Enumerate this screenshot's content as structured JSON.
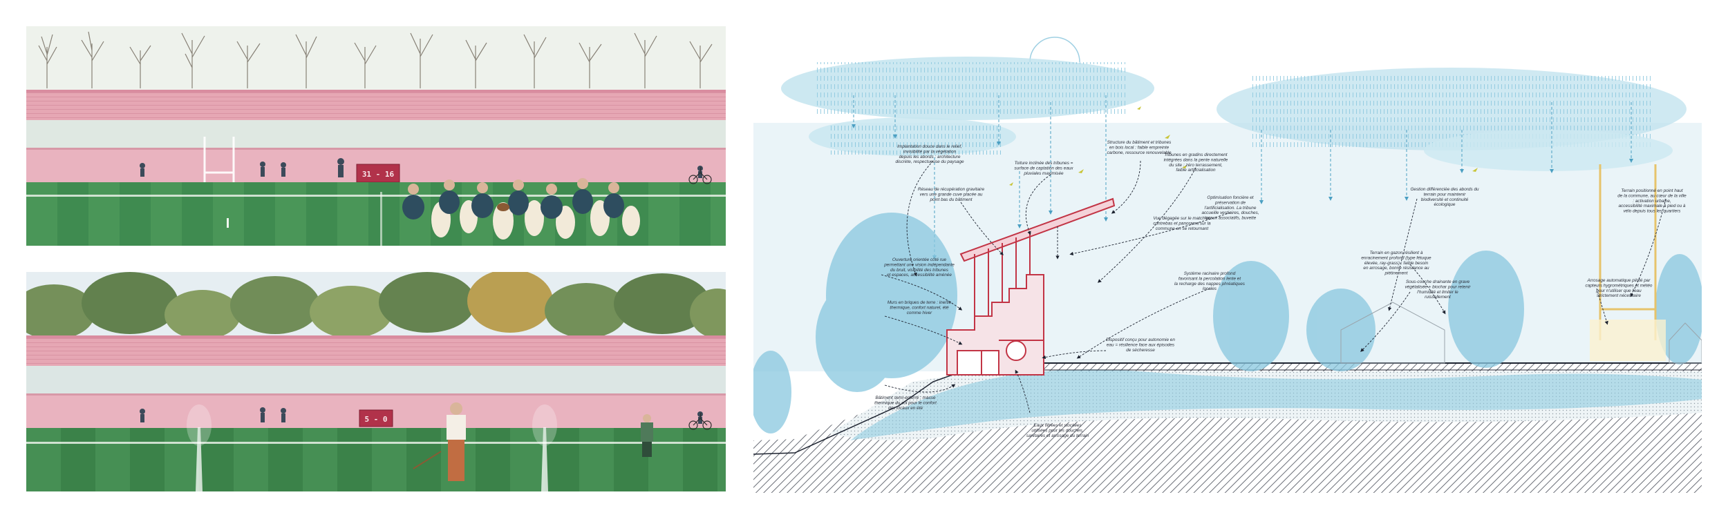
{
  "panels": {
    "summer": {
      "score": "31 - 16"
    },
    "winter": {
      "score": "5 - 0"
    }
  },
  "colors": {
    "stand_pink": "#e6a7b4",
    "pitch_green": "#3e8a4f",
    "sky": "#e9f0ec",
    "scoreboard": "#b1324a",
    "rain_blue": "#7fc4de",
    "structure_red": "#c23445"
  },
  "annotations": [
    {
      "text": "Implantation douce dans le relief, invisibilité par la végétation depuis les abords : architecture discrète, respectueuse du paysage"
    },
    {
      "text": "Toiture inclinée des tribunes = surface de captation des eaux pluviales maximisée"
    },
    {
      "text": "Structure du bâtiment et tribunes en bois local : faible empreinte carbone, ressource renouvelable"
    },
    {
      "text": "Tribunes en gradins directement intégrées dans la pente naturelle du site : zéro terrassement, faible artificialisation"
    },
    {
      "text": "Réseau de récupération gravitaire vers une grande cuve placée au point bas du bâtiment"
    },
    {
      "text": "Optimisation foncière et préservation de l'artificialisation. La tribune accueille vestiaires, douches, locaux associatifs, buvette"
    },
    {
      "text": "Vue dégagée sur le match en contrebas et panorama sur la commune en se retournant"
    },
    {
      "text": "Système racinaire profond favorisant la percolation lente et la recharge des nappes phréatiques locales"
    },
    {
      "text": "Ouverture orientée côté rue permettant une vision indépendante du bruit, visibilité des tribunes et espaces, accessibilité aménée"
    },
    {
      "text": "Murs en briques de terre : inertie thermique, confort naturel, été comme hiver"
    },
    {
      "text": "Dispositif conçu pour autonomie en eau = résilience face aux épisodes de sécheresse"
    },
    {
      "text": "Eaux filtrées et stockées utilisées pour les douches, sanitaires et arrosage du terrain"
    },
    {
      "text": "Bâtiment semi-enterré : masse thermique du sol pour le confort des locaux en été"
    },
    {
      "text": "Gestion différenciée des abords du terrain pour maintenir biodiversité et continuité écologique"
    },
    {
      "text": "Terrain en gazon résilient à enracinement profond (type fétuque élevée, ray-grass) : faible besoin en arrosage, bonne résistance au piétinement"
    },
    {
      "text": "Sous-couche drainante en grave végétalisée + biochar pour retenir l'humidité et limiter le ruissellement"
    },
    {
      "text": "Terrain positionné en point haut de la commune, au cœur de la ville : activation urbaine, accessibilité maximale à pied ou à vélo depuis tous les quartiers"
    },
    {
      "text": "Arrosage automatique piloté par capteurs hygrométriques et météo pour n'utiliser que l'eau strictement nécessaire"
    }
  ]
}
